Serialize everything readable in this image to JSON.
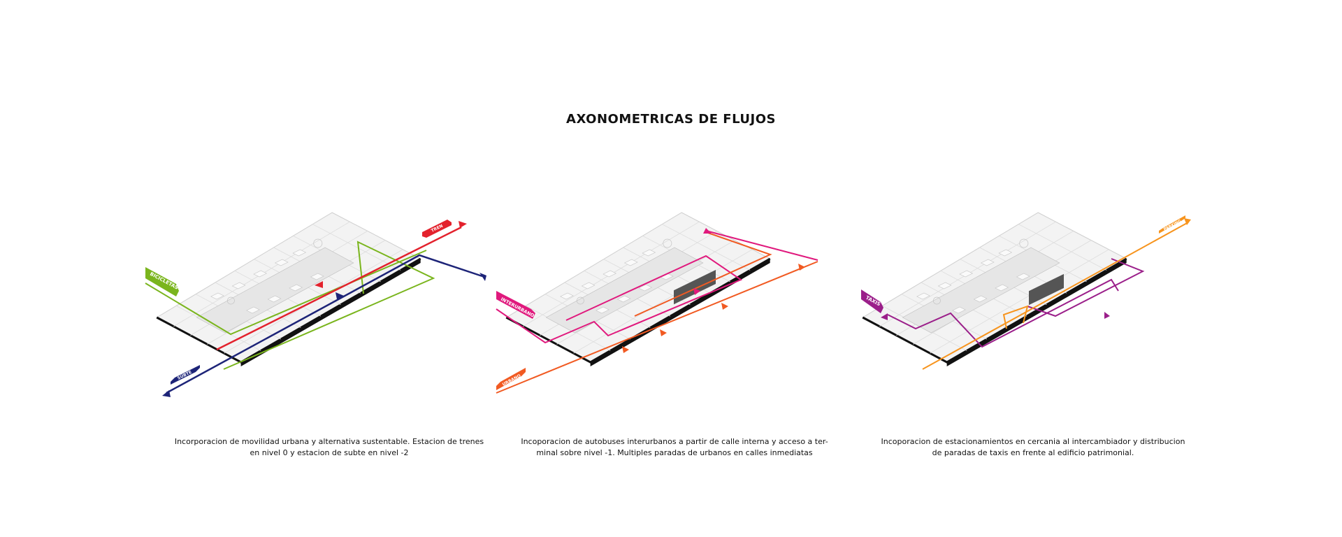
{
  "title": "AXONOMETRICAS DE FLUJOS",
  "panels": [
    {
      "labels": {
        "green": "BICICLETAS",
        "red": "TREN",
        "navy": "SUBTE"
      },
      "colors": {
        "green": "#7ab51d",
        "red": "#e3222d",
        "navy": "#1d2478"
      },
      "caption": [
        "Incorporacion de movilidad urbana y alternativa sustentable. Estacion de trenes",
        "en nivel 0 y estacion de subte en nivel -2"
      ]
    },
    {
      "labels": {
        "magenta": "INTERURBANO",
        "orange": "URBANO"
      },
      "colors": {
        "magenta": "#e0197d",
        "orange": "#f15a22"
      },
      "caption": [
        "Incoporacion de autobuses interurbanos a partir de calle interna y acceso a ter-",
        "minal sobre nivel -1. Multiples paradas de urbanos en calles inmediatas"
      ]
    },
    {
      "labels": {
        "purple": "TAXIS",
        "orange": "PARKING"
      },
      "colors": {
        "purple": "#9b1f8a",
        "orange": "#f7941d"
      },
      "caption": [
        "Incoporacion de estacionamientos en cercania al intercambiador y distribucion",
        "de paradas de taxis en frente al edificio patrimonial."
      ]
    }
  ]
}
